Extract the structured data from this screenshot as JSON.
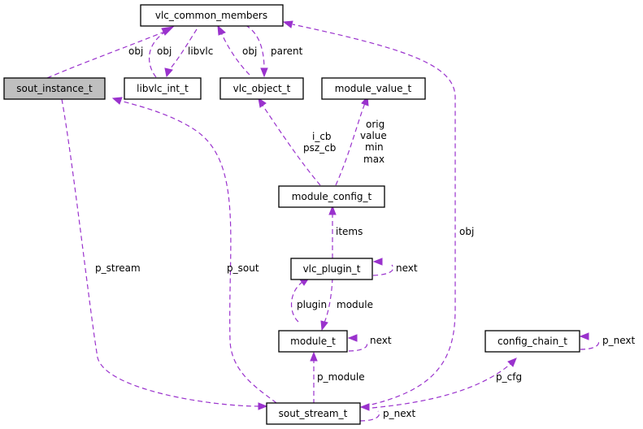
{
  "diagram": {
    "nodes": {
      "vlc_common_members": "vlc_common_members",
      "sout_instance_t": "sout_instance_t",
      "libvlc_int_t": "libvlc_int_t",
      "vlc_object_t": "vlc_object_t",
      "module_value_t": "module_value_t",
      "module_config_t": "module_config_t",
      "vlc_plugin_t": "vlc_plugin_t",
      "module_t": "module_t",
      "config_chain_t": "config_chain_t",
      "sout_stream_t": "sout_stream_t"
    },
    "highlighted_node": "sout_instance_t",
    "edge_labels": {
      "sout_obj": "obj",
      "libvlc_obj": "obj",
      "libvlc_libvlc": "libvlc",
      "vlcobj_obj": "obj",
      "vlcobj_parent": "parent",
      "cfg_icb": "i_cb",
      "cfg_pszcb": "psz_cb",
      "val_orig": "orig",
      "val_value": "value",
      "val_min": "min",
      "val_max": "max",
      "items": "items",
      "plugin_next": "next",
      "plugin": "plugin",
      "module": "module",
      "module_next": "next",
      "p_module": "p_module",
      "p_stream": "p_stream",
      "p_sout": "p_sout",
      "stream_obj": "obj",
      "p_cfg": "p_cfg",
      "stream_p_next": "p_next",
      "chain_p_next": "p_next"
    }
  }
}
